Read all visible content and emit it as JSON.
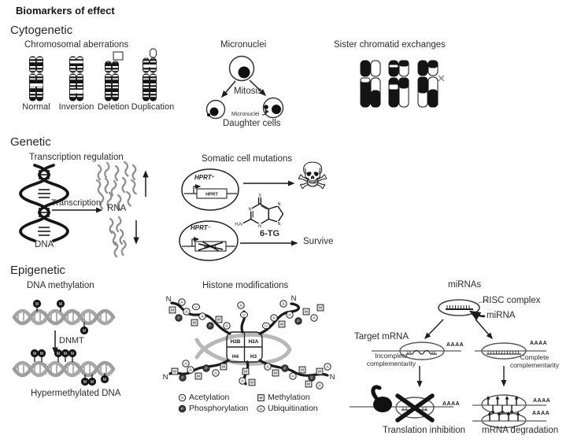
{
  "title": "Biomarkers of effect",
  "cytogenetic": {
    "label": "Cytogenetic",
    "aberrations": {
      "label": "Chromosomal aberrations",
      "types": [
        "Normal",
        "Inversion",
        "Deletion",
        "Duplication"
      ]
    },
    "micronuclei": {
      "label": "Micronuclei",
      "mitosis": "Mitosis",
      "pointer": "Micronuclei",
      "daughters": "Daughter cells"
    },
    "sce": {
      "label": "Sister chromatid exchanges"
    }
  },
  "genetic": {
    "label": "Genetic",
    "transcription": {
      "label": "Transcription regulation",
      "arrow": "Transcription",
      "dna": "DNA",
      "rna": "RNA"
    },
    "somatic": {
      "label": "Somatic cell mutations",
      "hprt_plus": "HPRT⁺",
      "hprt_minus": "HPRT⁻",
      "gene": "HPRT",
      "chemical": "6-TG",
      "survive": "Survive",
      "atoms": {
        "n": "N",
        "amine": "H₂N",
        "sulfur": "S"
      }
    }
  },
  "epigenetic": {
    "label": "Epigenetic",
    "methylation": {
      "label": "DNA methylation",
      "enzyme": "DNMT",
      "result": "Hypermethylated DNA",
      "methyl": "M"
    },
    "histones": {
      "label": "Histone modifications",
      "core": [
        "H2B",
        "H2A",
        "H4",
        "H3"
      ],
      "terminus": "N",
      "legend": [
        {
          "symbol": "A",
          "label": "Acetylation"
        },
        {
          "symbol": "P",
          "label": "Phosphorylation"
        },
        {
          "symbol": "M",
          "label": "Methylation"
        },
        {
          "symbol": "U",
          "label": "Ubiquitination"
        }
      ]
    },
    "mirna": {
      "label": "miRNAs",
      "risc": "RISC complex",
      "mirna": "miRNA",
      "target": "Target mRNA",
      "incomplete": "Incomplete\ncomplementarity",
      "complete": "Complete\ncomplementarity",
      "polya": "AAAA",
      "inhibition": "Translation inhibition",
      "degradation": "mRNA degradation"
    }
  },
  "colors": {
    "ink": "#1c1c1c",
    "gray": "#9a9a9a",
    "background": "#ffffff"
  }
}
